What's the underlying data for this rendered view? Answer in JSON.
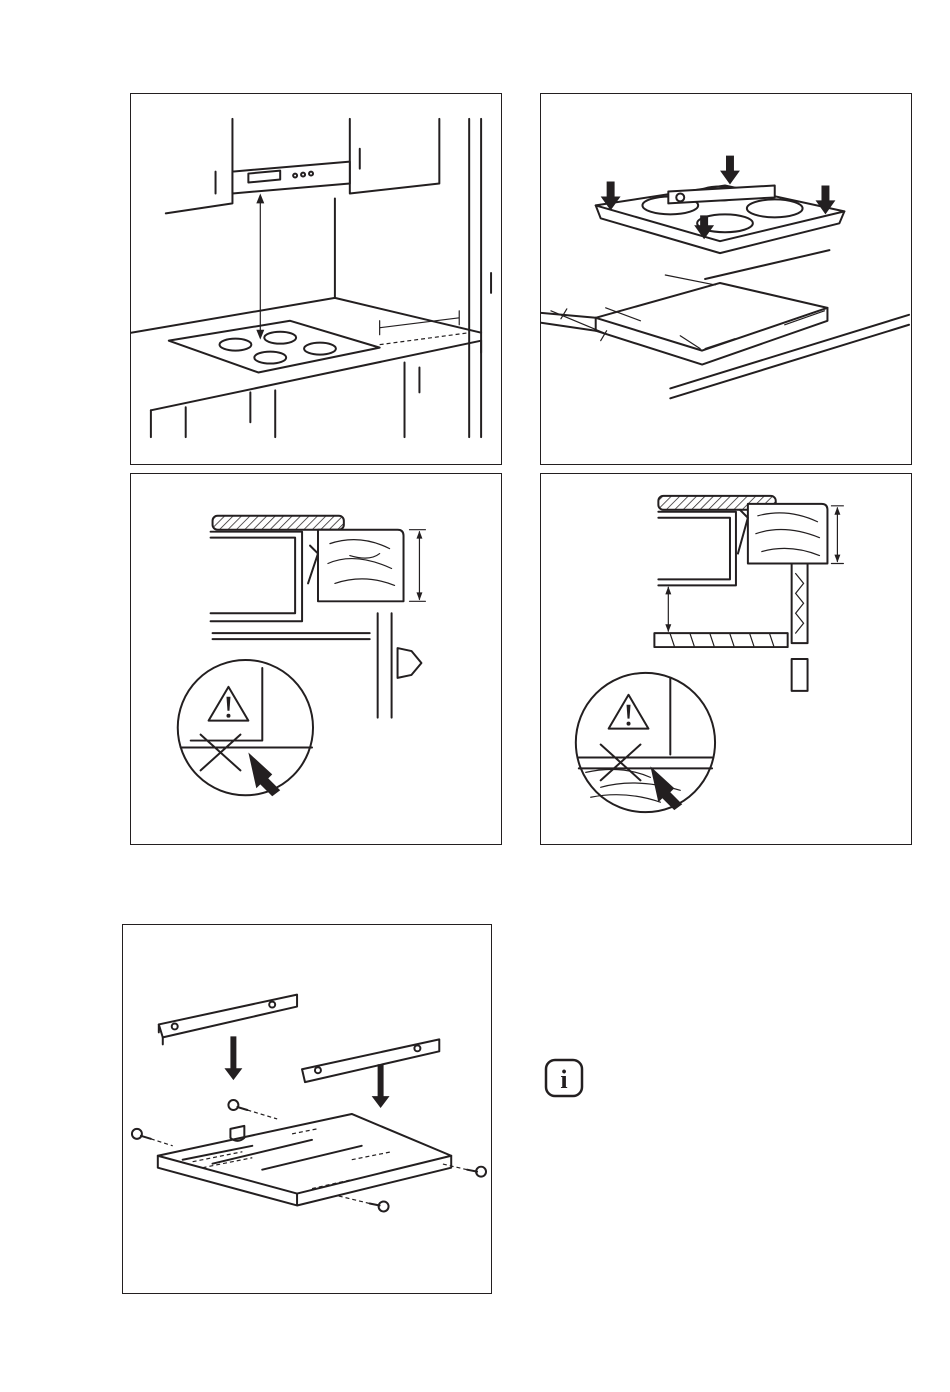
{
  "figures": [
    {
      "id": "hood-clearance"
    },
    {
      "id": "hob-insertion"
    },
    {
      "id": "worktop-side-view"
    },
    {
      "id": "worktop-with-shelf"
    },
    {
      "id": "protection-box-assembly"
    }
  ],
  "icons": {
    "warning": "warning-triangle-icon",
    "info": "info-icon",
    "info_glyph": "i"
  }
}
